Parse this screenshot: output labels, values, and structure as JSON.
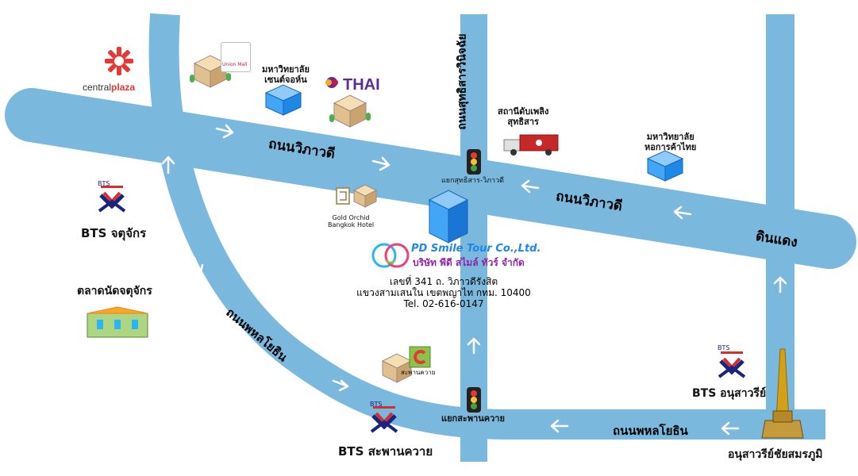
{
  "roads": {
    "vibhavadi_west": "ถนนวิภาวดี",
    "vibhavadi_east": "ถนนวิภาวดี",
    "din_daeng": "ดินแดง",
    "phahonyothin_diagonal": "ถนนพหลโยธิน",
    "phahonyothin_south": "ถนนพหลโยธิน",
    "sutthisan": "ถนนสุทธิสารวินิจฉัย"
  },
  "intersections": {
    "sutthisan_vibhavadi": "แยกสุทธิสาร-วิภาวดี",
    "saphan_khwai": "แยกสะพานควาย"
  },
  "landmarks": {
    "central_plaza": {
      "prefix": "central",
      "suffix": "plaza"
    },
    "union_mall": "Union Mall",
    "st_john_univ": "มหาวิทยาลัย\nเซนต์จอห์น",
    "thai_airways": "THAI",
    "fire_station": "สถานีดับเพลิง\nสุทธิสาร",
    "utcc": "มหาวิทยาลัย\nหอการค้าไทย",
    "gold_orchid": "Gold Orchid\nBangkok Hotel",
    "big_c": "สะพานควาย",
    "chatuchak_market": "ตลาดนัดจตุจักร",
    "victory_monument": "อนุสาวรีย์ชัยสมรภูมิ"
  },
  "bts": {
    "logo_text": "BTS",
    "chatuchak": "BTS จตุจักร",
    "saphan_khwai": "BTS สะพานควาย",
    "victory": "BTS อนุสาวรีย์"
  },
  "company": {
    "name_en": "PD Smile Tour Co.,Ltd.",
    "name_th": "บริษัท พีดี สไมล์ ทัวร์ จำกัด",
    "address_line1": "เลขที่ 341 ถ. วิภาวดีรังสิต",
    "address_line2": "แขวงสามเสนใน เขตพญาไท กทม. 10400",
    "phone": "Tel. 02-616-0147"
  },
  "colors": {
    "road": "#7ab8de",
    "arrow": "#ffffff",
    "bts_red": "#d32f2f",
    "bts_blue": "#1a237e",
    "building_blue": "#42a5f5",
    "central_red": "#e53935",
    "thai_purple": "#5e2d91"
  }
}
